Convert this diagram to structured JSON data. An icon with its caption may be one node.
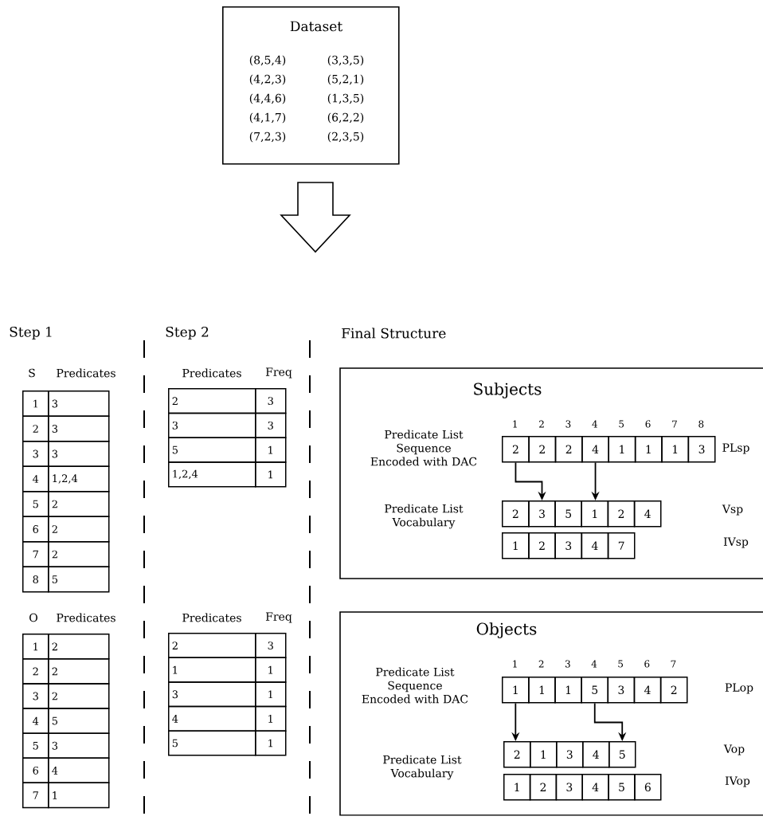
{
  "diagram": {
    "nodes": [
      {
        "text": [
          "Dataset",
          "(8,5,4)",
          "(3,3,5)",
          "(4,2,3)",
          "(5,2,1)",
          "(4,4,6)",
          "(1,3,5)",
          "(4,1,7)",
          "(6,2,2)",
          "(7,2,3)",
          "(2,3,5)"
        ]
      },
      {
        "text": [
          "1"
        ]
      },
      {
        "text": [
          "3"
        ]
      },
      {
        "text": [
          "2"
        ]
      },
      {
        "text": [
          "3"
        ]
      },
      {
        "text": [
          "3"
        ]
      },
      {
        "text": [
          "3"
        ]
      },
      {
        "text": [
          "4"
        ]
      },
      {
        "text": [
          "1,2,4"
        ]
      },
      {
        "text": [
          "5"
        ]
      },
      {
        "text": [
          "2"
        ]
      },
      {
        "text": [
          "6"
        ]
      },
      {
        "text": [
          "2"
        ]
      },
      {
        "text": [
          "7"
        ]
      },
      {
        "text": [
          "2"
        ]
      },
      {
        "text": [
          "8"
        ]
      },
      {
        "text": [
          "5"
        ]
      },
      {
        "text": [
          "2"
        ]
      },
      {
        "text": [
          "3"
        ]
      },
      {
        "text": [
          "3"
        ]
      },
      {
        "text": [
          "3"
        ]
      },
      {
        "text": [
          "5"
        ]
      },
      {
        "text": [
          "1"
        ]
      },
      {
        "text": [
          "1,2,4"
        ]
      },
      {
        "text": [
          "1"
        ]
      },
      {
        "text": [
          "Subjects",
          "Predicate List Sequence Encoded with DAC",
          "Predicate List Vocabulary",
          "PLsp",
          "Vsp",
          "IVsp"
        ]
      },
      {
        "text": [
          "2"
        ],
        "in": 25
      },
      {
        "text": [
          "2"
        ],
        "in": 25
      },
      {
        "text": [
          "2"
        ],
        "in": 25
      },
      {
        "text": [
          "4"
        ],
        "in": 25
      },
      {
        "text": [
          "1"
        ],
        "in": 25
      },
      {
        "text": [
          "1"
        ],
        "in": 25
      },
      {
        "text": [
          "1"
        ],
        "in": 25
      },
      {
        "text": [
          "3"
        ],
        "in": 25
      },
      {
        "text": [
          "2"
        ],
        "in": 25
      },
      {
        "text": [
          "3"
        ],
        "in": 25
      },
      {
        "text": [
          "5"
        ],
        "in": 25
      },
      {
        "text": [
          "1"
        ],
        "in": 25
      },
      {
        "text": [
          "2"
        ],
        "in": 25
      },
      {
        "text": [
          "4"
        ],
        "in": 25
      },
      {
        "text": [
          "1"
        ],
        "in": 25
      },
      {
        "text": [
          "2"
        ],
        "in": 25
      },
      {
        "text": [
          "3"
        ],
        "in": 25
      },
      {
        "text": [
          "4"
        ],
        "in": 25
      },
      {
        "text": [
          "7"
        ],
        "in": 25
      },
      {
        "text": [
          "1"
        ]
      },
      {
        "text": [
          "2"
        ]
      },
      {
        "text": [
          "2"
        ]
      },
      {
        "text": [
          "2"
        ]
      },
      {
        "text": [
          "3"
        ]
      },
      {
        "text": [
          "2"
        ]
      },
      {
        "text": [
          "4"
        ]
      },
      {
        "text": [
          "5"
        ]
      },
      {
        "text": [
          "5"
        ]
      },
      {
        "text": [
          "3"
        ]
      },
      {
        "text": [
          "6"
        ]
      },
      {
        "text": [
          "4"
        ]
      },
      {
        "text": [
          "7"
        ]
      },
      {
        "text": [
          "1"
        ]
      },
      {
        "text": [
          "2"
        ]
      },
      {
        "text": [
          "3"
        ]
      },
      {
        "text": [
          "1"
        ]
      },
      {
        "text": [
          "1"
        ]
      },
      {
        "text": [
          "3"
        ]
      },
      {
        "text": [
          "1"
        ]
      },
      {
        "text": [
          "4"
        ]
      },
      {
        "text": [
          "1"
        ]
      },
      {
        "text": [
          "5"
        ]
      },
      {
        "text": [
          "1"
        ]
      },
      {
        "text": [
          "Objects",
          "Predicate List Sequence Encoded with DAC",
          "Predicate List Vocabulary",
          "PLop",
          "Vop",
          "IVop"
        ]
      },
      {
        "text": [
          "1"
        ],
        "in": 69
      },
      {
        "text": [
          "1"
        ],
        "in": 69
      },
      {
        "text": [
          "1"
        ],
        "in": 69
      },
      {
        "text": [
          "5"
        ],
        "in": 69
      },
      {
        "text": [
          "3"
        ],
        "in": 69
      },
      {
        "text": [
          "4"
        ],
        "in": 69
      },
      {
        "text": [
          "2"
        ],
        "in": 69
      },
      {
        "text": [
          "2"
        ],
        "in": 69
      },
      {
        "text": [
          "1"
        ],
        "in": 69
      },
      {
        "text": [
          "3"
        ],
        "in": 69
      },
      {
        "text": [
          "4"
        ],
        "in": 69
      },
      {
        "text": [
          "5"
        ],
        "in": 69
      },
      {
        "text": [
          "1"
        ],
        "in": 69
      },
      {
        "text": [
          "2"
        ],
        "in": 69
      },
      {
        "text": [
          "3"
        ],
        "in": 69
      },
      {
        "text": [
          "4"
        ],
        "in": 69
      },
      {
        "text": [
          "5"
        ],
        "in": 69
      },
      {
        "text": [
          "6"
        ],
        "in": 69
      }
    ],
    "edges": [
      {
        "from": 26,
        "to": 35,
        "arrow": "to"
      },
      {
        "from": 29,
        "to": 37,
        "arrow": "to"
      },
      {
        "from": 70,
        "to": 77,
        "arrow": "to"
      },
      {
        "from": 73,
        "to": 81,
        "arrow": "to"
      }
    ],
    "labels": [
      "Step 1",
      "Step 2",
      "Final Structure",
      "S",
      "Predicates",
      "Predicates",
      "Freq",
      "1",
      "2",
      "3",
      "4",
      "5",
      "6",
      "7",
      "8",
      "O",
      "Predicates",
      "Predicates",
      "Freq",
      "1",
      "2",
      "3",
      "4",
      "5",
      "6",
      "7"
    ]
  }
}
